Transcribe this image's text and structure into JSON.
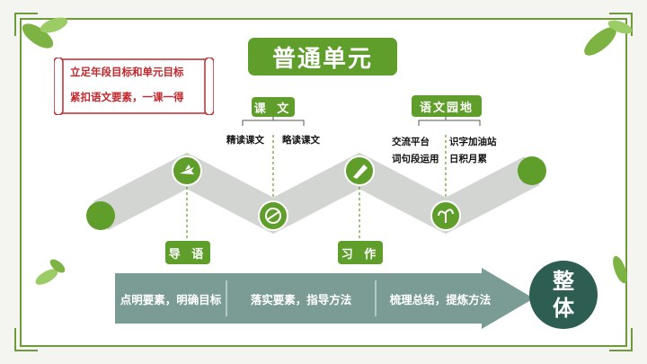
{
  "title": "普通单元",
  "scroll_text": [
    "立足年段目标和单元目标",
    "紧扣语文要素，一课一得"
  ],
  "top_tags": {
    "kewen": "课 文",
    "kewen_items": [
      "精读课文",
      "略读课文"
    ],
    "yuwen": "语文园地",
    "yuwen_items": [
      "交流平台",
      "识字加油站",
      "词句段运用",
      "日积月累"
    ]
  },
  "bottom_tags": {
    "daoyu": "导 语",
    "xizuo": "习 作"
  },
  "bars": [
    "点明要素，明确目标",
    "落实要素，指导方法",
    "梳理总结，提炼方法"
  ],
  "whole": [
    "整",
    "体"
  ],
  "node_icons": [
    "plane-icon",
    "leaf-badge-icon",
    "pen-icon",
    "seedling-icon"
  ],
  "colors": {
    "green": "#5f9e2a",
    "dark_green": "#2e5e52",
    "bar": "#7a9c95",
    "path": "#d3d5d2",
    "red": "#c0282d"
  }
}
